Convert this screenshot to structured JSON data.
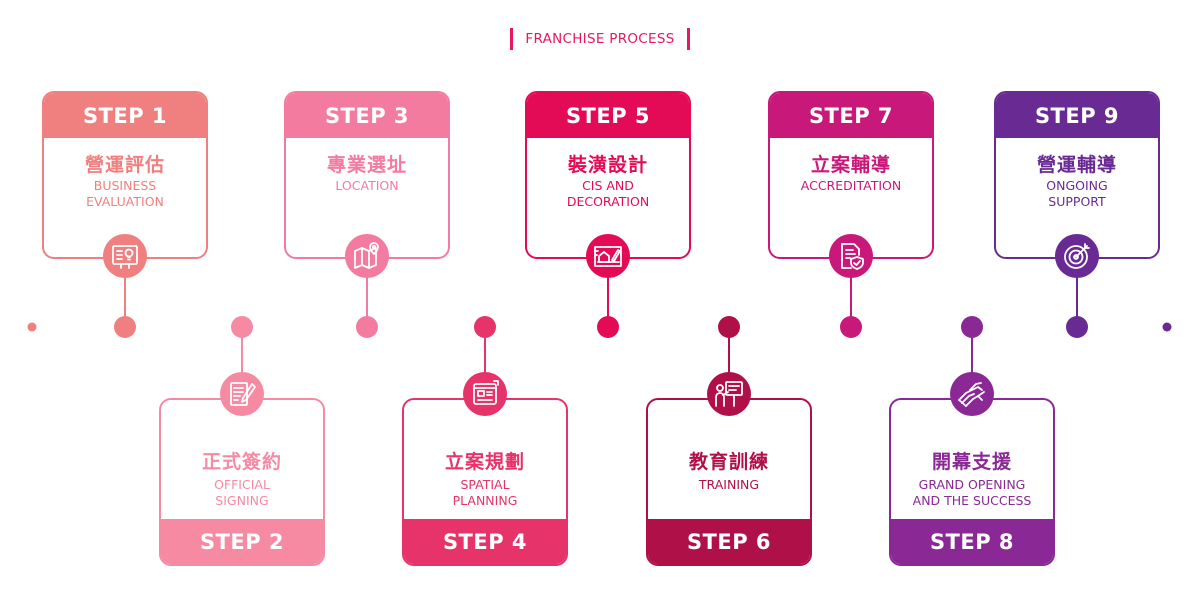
{
  "header": {
    "title": "FRANCHISE PROCESS"
  },
  "colors": {
    "title": "#e6195f",
    "line_left": "#f08080",
    "line_right": "#6a2a94",
    "step1": "#f08080",
    "step2": "#f68aa3",
    "step3": "#f47ba0",
    "step4": "#e6336a",
    "step5": "#e30b55",
    "step6": "#b01048",
    "step7": "#c8197a",
    "step8": "#8a2896",
    "step9": "#6a2a94"
  },
  "steps": [
    {
      "step": "STEP 1",
      "zh": "營運評估",
      "en": "BUSINESS\nEVALUATION",
      "icon": "lightbulb-board-icon",
      "color": "#f08080"
    },
    {
      "step": "STEP 2",
      "zh": "正式簽約",
      "en": "OFFICIAL\nSIGNING",
      "icon": "contract-pen-icon",
      "color": "#f68aa3"
    },
    {
      "step": "STEP 3",
      "zh": "專業選址",
      "en": "LOCATION",
      "icon": "map-pin-icon",
      "color": "#f47ba0"
    },
    {
      "step": "STEP 4",
      "zh": "立案規劃",
      "en": "SPATIAL\nPLANNING",
      "icon": "blueprint-icon",
      "color": "#e6336a"
    },
    {
      "step": "STEP 5",
      "zh": "裝潢設計",
      "en": "CIS AND\nDECORATION",
      "icon": "house-design-icon",
      "color": "#e30b55"
    },
    {
      "step": "STEP 6",
      "zh": "教育訓練",
      "en": "TRAINING",
      "icon": "presentation-icon",
      "color": "#b01048"
    },
    {
      "step": "STEP 7",
      "zh": "立案輔導",
      "en": "ACCREDITATION",
      "icon": "document-shield-icon",
      "color": "#c8197a"
    },
    {
      "step": "STEP 8",
      "zh": "開幕支援",
      "en": "GRAND OPENING\nAND THE SUCCESS",
      "icon": "handshake-icon",
      "color": "#8a2896"
    },
    {
      "step": "STEP 9",
      "zh": "營運輔導",
      "en": "ONGOING\nSUPPORT",
      "icon": "target-icon",
      "color": "#6a2a94"
    }
  ]
}
